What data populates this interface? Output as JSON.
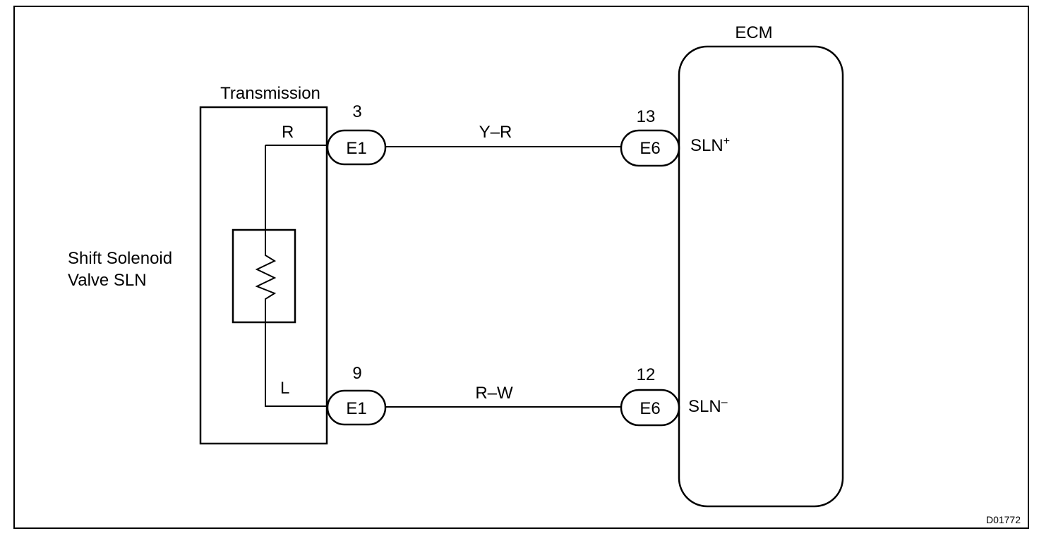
{
  "diagram": {
    "id_code": "D01772",
    "transmission": {
      "title": "Transmission",
      "component_label_line1": "Shift Solenoid",
      "component_label_line2": "Valve SLN",
      "pin_top_label": "R",
      "pin_bottom_label": "L"
    },
    "ecm": {
      "title": "ECM",
      "terminal_plus": "SLN",
      "terminal_plus_sup": "+",
      "terminal_minus": "SLN",
      "terminal_minus_sup": "–"
    },
    "connectors": {
      "top_left": {
        "name": "E1",
        "pin": "3"
      },
      "bottom_left": {
        "name": "E1",
        "pin": "9"
      },
      "top_right": {
        "name": "E6",
        "pin": "13"
      },
      "bottom_right": {
        "name": "E6",
        "pin": "12"
      }
    },
    "wires": {
      "top": "Y–R",
      "bottom": "R–W"
    }
  }
}
